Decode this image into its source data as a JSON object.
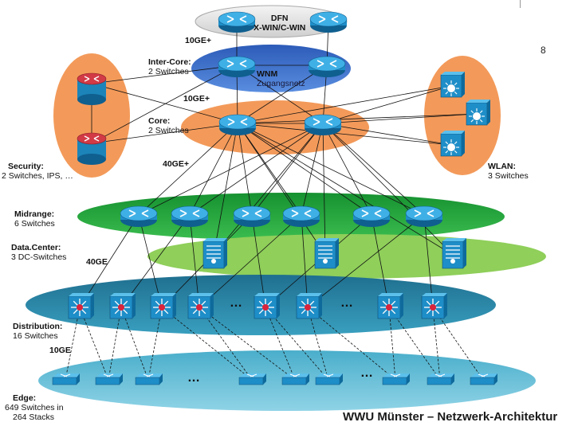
{
  "slide_number": "8",
  "footer_title": "WWU Münster – Netzwerk-Architektur",
  "layers": {
    "dfn": {
      "title": "DFN",
      "subtitle": "X-WIN/C-WIN"
    },
    "wnm": {
      "title": "WNM",
      "subtitle": "Zugangsnetz"
    },
    "inter_core": {
      "title": "Inter-Core:",
      "subtitle": "2 Switches"
    },
    "core": {
      "title": "Core:",
      "subtitle": "2 Switches"
    },
    "security": {
      "title": "Security:",
      "subtitle": "2 Switches, IPS, …"
    },
    "wlan": {
      "title": "WLAN:",
      "subtitle": "3 Switches"
    },
    "midrange": {
      "title": "Midrange:",
      "subtitle": "6 Switches"
    },
    "datacenter": {
      "title": "Data.Center:",
      "subtitle": "3 DC-Switches"
    },
    "distribution": {
      "title": "Distribution:",
      "subtitle": "16 Switches"
    },
    "edge": {
      "title": "Edge:",
      "subtitle1": "649 Switches in",
      "subtitle2": "264 Stacks"
    }
  },
  "link_labels": {
    "l1": "10GE+",
    "l2": "10GE+",
    "l3": "40GE+",
    "l4": "40GE",
    "l5": "10GE"
  },
  "ellipsis": {
    "distribution_1": "…",
    "distribution_2": "…",
    "edge_1": "…",
    "edge_2": "…"
  },
  "colors": {
    "dfn_fill": "#e6e6e6",
    "wnm_fill": "#3a6fc6",
    "orange_fill": "#f39a5a",
    "midrange_fill": "#22a33a",
    "datacenter_fill": "#8fcf5a",
    "distribution_fill": "#2d8aa6",
    "edge_fill": "#6fc0d6",
    "device_blue": "#1e8ec8",
    "router_red": "#d23a46",
    "star_red": "#d8243c"
  }
}
